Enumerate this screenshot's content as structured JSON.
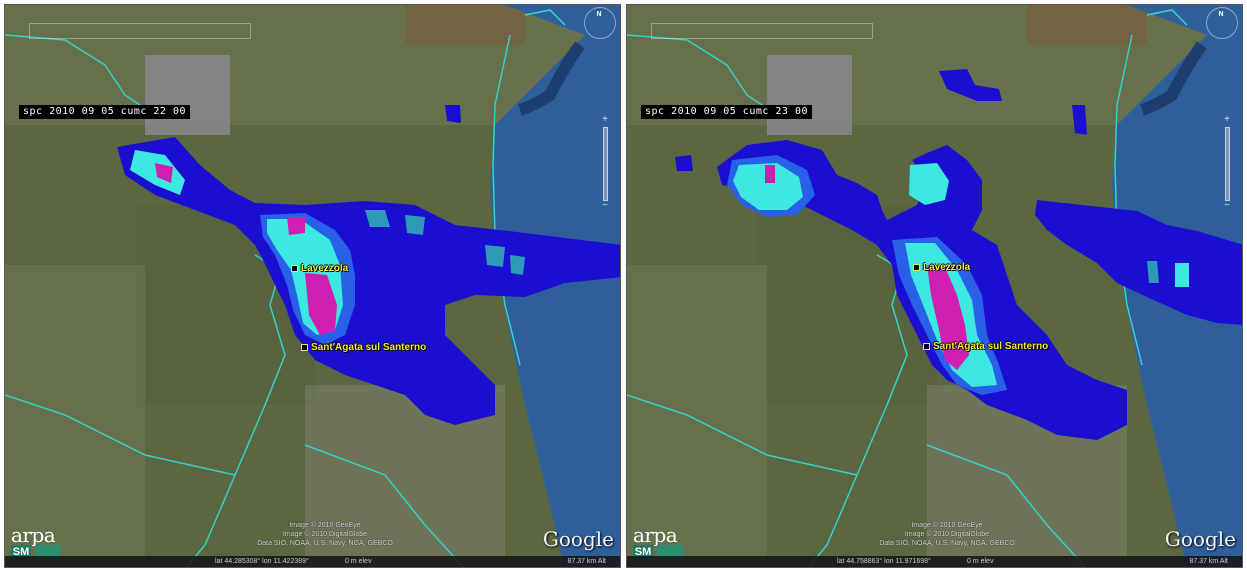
{
  "panels": [
    {
      "id": "left",
      "timestamp": "spc 2010 09 05 cumc 22 00",
      "places": [
        "Lavezzola",
        "Sant'Agata sul Santerno"
      ],
      "credits": [
        "Image © 2010 GeoEye",
        "Image © 2010 DigitalGlobe",
        "Data SIO, NOAA, U.S. Navy, NGA, GEBCO"
      ],
      "status": {
        "coords": "lat  44.285308°   lon  11.422389°",
        "elev": "0 m elev",
        "eye": "87.37 km Alt"
      }
    },
    {
      "id": "right",
      "timestamp": "spc 2010 09 05 cumc 23 00",
      "places": [
        "Lavezzola",
        "Sant'Agata sul Santerno"
      ],
      "credits": [
        "Image © 2010 GeoEye",
        "Image © 2010 DigitalGlobe",
        "Data SIO, NOAA, U.S. Navy, NGA, GEBCO"
      ],
      "status": {
        "coords": "lat  44.758863°   lon  11.971698°",
        "elev": "0 m elev",
        "eye": "87.37 km Alt"
      }
    }
  ],
  "logos": {
    "arpa": "arpa",
    "arpa_sm": "SM",
    "google": "Google"
  },
  "icons": [
    "compass-icon",
    "zoom-plus-icon",
    "zoom-minus-icon",
    "place-marker-icon"
  ],
  "colors": {
    "sea": "#2f5f9a",
    "land": "#5d6a44",
    "border_line": "#36d1c8",
    "precip_low": "#1a0fd0",
    "precip_mid": "#2860e8",
    "precip_high": "#3ce8e0",
    "precip_peak": "#d01fb0",
    "label": "#f4ec3a"
  }
}
